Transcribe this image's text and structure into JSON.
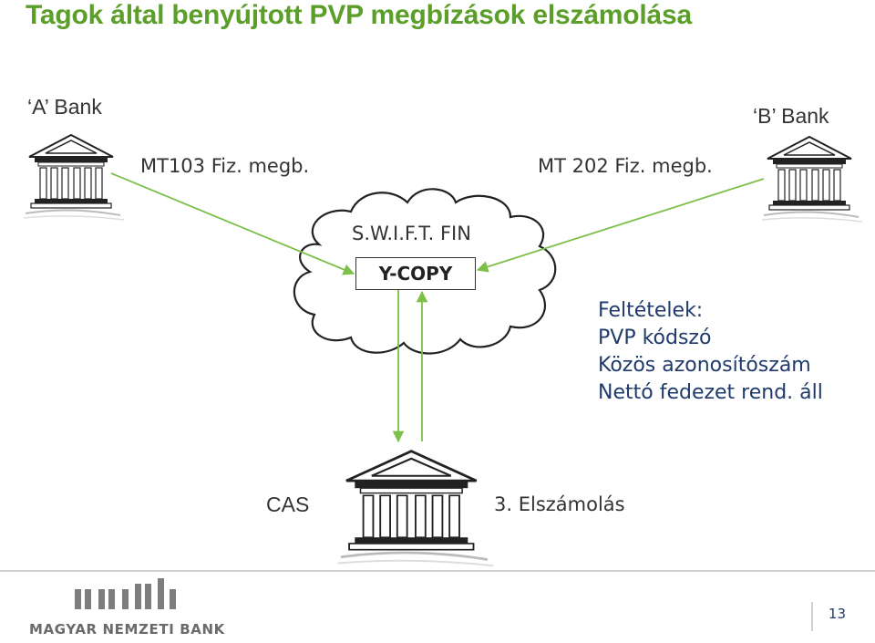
{
  "title": "Tagok által benyújtott PVP megbízások elszámolása",
  "bank_a": {
    "label": "‘A’ Bank"
  },
  "bank_b": {
    "label": "‘B’ Bank"
  },
  "message_a": "MT103 Fiz. megb.",
  "message_b": "MT 202 Fiz. megb.",
  "network": {
    "name": "S.W.I.F.T. FIN",
    "service": "Y-COPY"
  },
  "central_bank": {
    "label": "CAS"
  },
  "settlement_step": "3. Elszámolás",
  "conditions": {
    "heading": "Feltételek:",
    "items": [
      "PVP kódszó",
      "Közös azonosítószám",
      "Nettó fedezet rend. áll"
    ]
  },
  "footer": {
    "logo_text": "MAGYAR NEMZETI BANK",
    "page_number": "13"
  },
  "colors": {
    "title": "#5b9f2a",
    "arrow": "#7cc04a",
    "conditions_text": "#1f3a6b"
  },
  "icons": [
    "bank-building-icon",
    "cloud-shape",
    "mnb-logo-bars-icon"
  ]
}
